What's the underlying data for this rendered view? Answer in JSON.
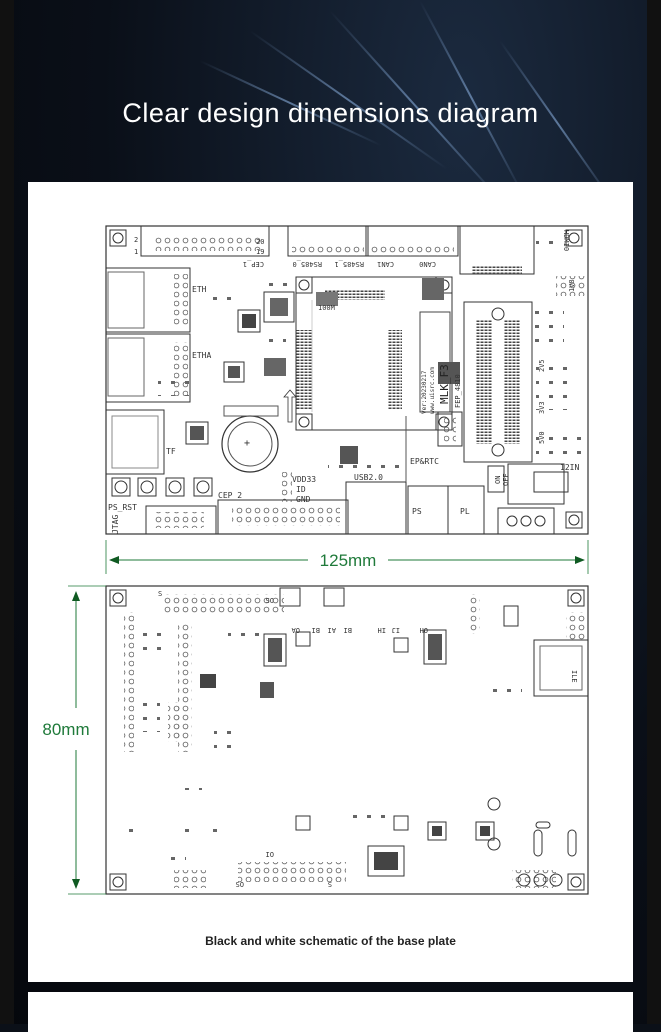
{
  "title": "Clear design dimensions diagram",
  "caption": "Black and white schematic of the base plate",
  "dimensions": {
    "width_label": "125mm",
    "height_label": "80mm"
  },
  "top_board": {
    "labels": [
      "HDMI0",
      "CEP_1",
      "RS485_0",
      "RS485_1",
      "CAN1",
      "CAN0",
      "ETH",
      "ETHA",
      "100M",
      "TF",
      "VDD33",
      "ID",
      "GND",
      "CEP_2",
      "JTAG",
      "PS_RST",
      "USB2.0",
      "EP&RTC",
      "PS",
      "PL",
      "ON",
      "OFF",
      "12IN",
      "1V8",
      "2V5",
      "3V3",
      "5V0"
    ],
    "silk_model": "MLK_F3",
    "silk_version": "Ver:20230217",
    "silk_url": "www.uisrc.com",
    "silk_part": "FEP_4810",
    "header_pins": [
      "2",
      "1",
      "20",
      "19"
    ]
  },
  "bottom_board": {
    "labels": [
      "S",
      "OS",
      "OA",
      "BI",
      "AI",
      "BI",
      "IH",
      "IJ",
      "OH",
      "OI",
      "OS",
      "S",
      "ILE"
    ]
  },
  "colors": {
    "dimension": "#1f7a3a",
    "arrow": "#0f5a22",
    "board_line": "#333333"
  }
}
